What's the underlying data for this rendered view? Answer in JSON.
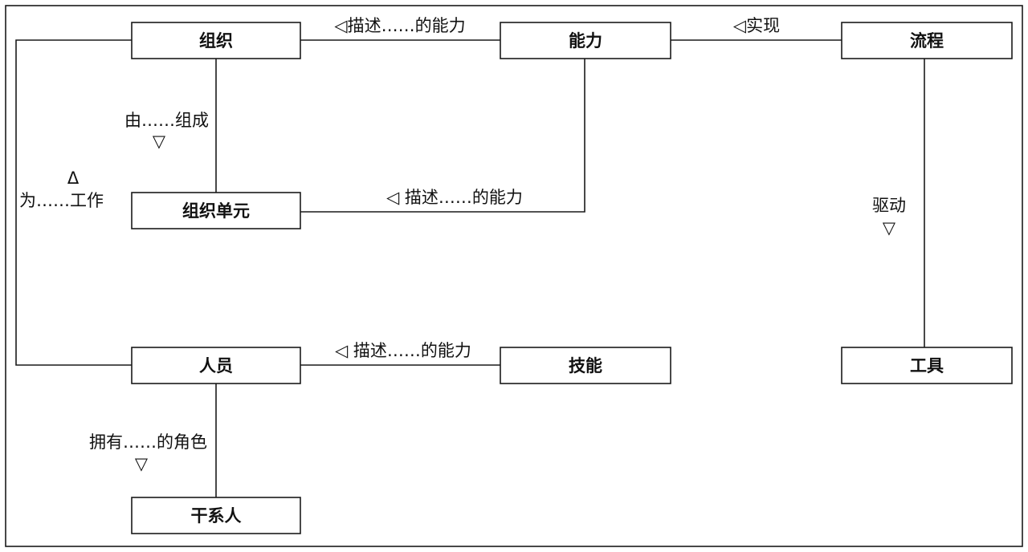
{
  "boxes": {
    "organization": "组织",
    "capability": "能力",
    "process": "流程",
    "org_unit": "组织单元",
    "personnel": "人员",
    "skill": "技能",
    "tool": "工具",
    "stakeholder": "干系人"
  },
  "relations": {
    "org_capability": "◁描述……的能力",
    "process_capability": "◁实现",
    "org_unit_capability": "◁ 描述……的能力",
    "skill_personnel": "◁ 描述……的能力",
    "org_composed_of": "由……组成",
    "org_composed_of_arrow": "▽",
    "works_for": "为……工作",
    "works_for_arrow": "Δ",
    "drives": "驱动",
    "drives_arrow": "▽",
    "has_role": "拥有……的角色",
    "has_role_arrow": "▽"
  }
}
